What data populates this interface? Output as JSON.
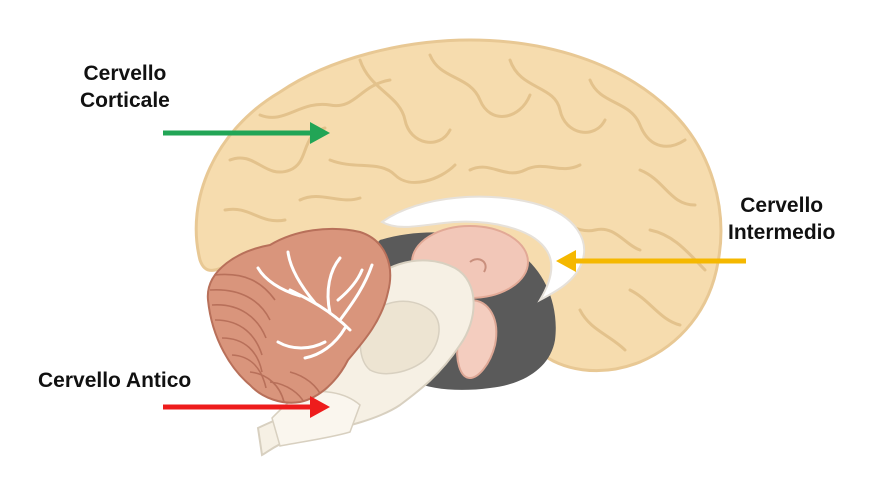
{
  "labels": {
    "cortical": {
      "line1": "Cervello",
      "line2": "Corticale"
    },
    "intermediate": {
      "line1": "Cervello",
      "line2": "Intermedio"
    },
    "ancient": {
      "text": "Cervello Antico"
    }
  },
  "arrows": {
    "cortical_color": "#22a556",
    "intermediate_color": "#f5b800",
    "ancient_color": "#ee1c1c"
  },
  "colors": {
    "cortex_fill": "#f6dcae",
    "cortex_stroke": "#e8c894",
    "cerebellum_fill": "#d9957c",
    "brainstem_fill": "#f6f0e4",
    "thalamus_fill": "#f2c7b8",
    "callosum_fill": "#ffffff",
    "ventricle_fill": "#5a5a5a"
  }
}
